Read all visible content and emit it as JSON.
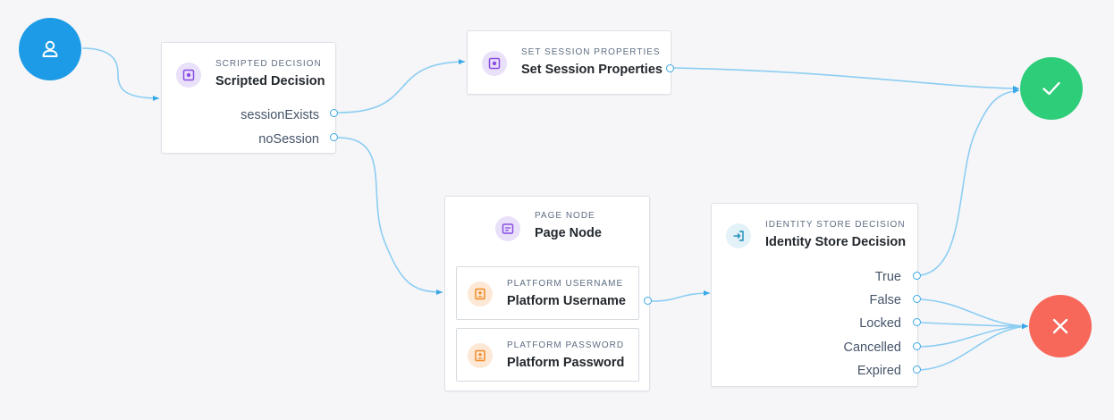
{
  "colors": {
    "start": "#1e9be6",
    "success": "#2ecd79",
    "failure": "#f7685b",
    "wire": "#8ccdf2",
    "port": "#3aa8e6"
  },
  "start_node": {
    "icon": "user-icon"
  },
  "success_node": {
    "icon": "check-icon"
  },
  "failure_node": {
    "icon": "close-icon"
  },
  "scripted_decision": {
    "type_label": "SCRIPTED DECISION",
    "title": "Scripted Decision",
    "icon": "gear-script-icon",
    "outcomes": [
      "sessionExists",
      "noSession"
    ]
  },
  "set_session_properties": {
    "type_label": "SET SESSION PROPERTIES",
    "title": "Set Session Properties",
    "icon": "gear-script-icon"
  },
  "page_node": {
    "type_label": "PAGE NODE",
    "title": "Page Node",
    "icon": "page-icon",
    "children": [
      {
        "type_label": "PLATFORM USERNAME",
        "title": "Platform Username",
        "icon": "id-card-icon"
      },
      {
        "type_label": "PLATFORM PASSWORD",
        "title": "Platform Password",
        "icon": "id-card-icon"
      }
    ]
  },
  "identity_store_decision": {
    "type_label": "IDENTITY STORE DECISION",
    "title": "Identity Store Decision",
    "icon": "sign-in-icon",
    "outcomes": [
      "True",
      "False",
      "Locked",
      "Cancelled",
      "Expired"
    ]
  }
}
